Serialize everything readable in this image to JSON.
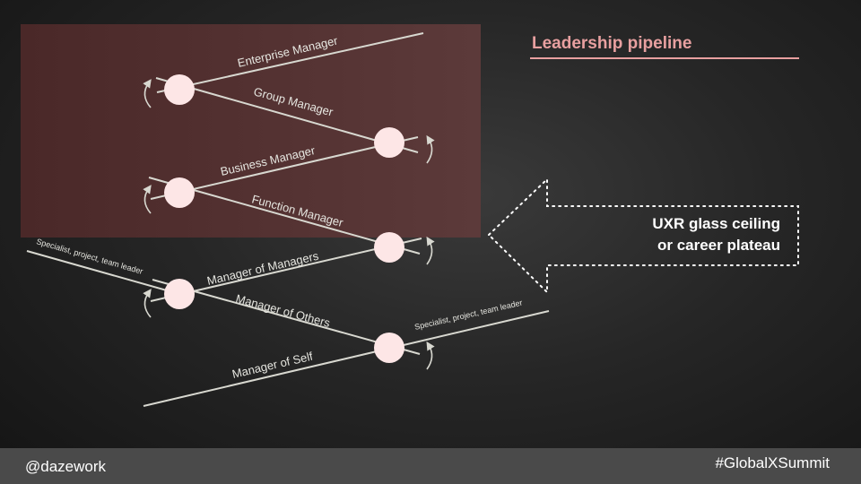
{
  "slide": {
    "title": "Leadership pipeline",
    "callout": {
      "line1": "UXR glass ceiling",
      "line2": "or career plateau"
    }
  },
  "pipeline": {
    "stages": [
      "Specialist, project, team leader",
      "Manager of Self",
      "Specialist, project, team leader",
      "Manager of Others",
      "Manager of Managers",
      "Function Manager",
      "Business Manager",
      "Group Manager",
      "Enterprise Manager"
    ]
  },
  "footer": {
    "handle": "@dazework",
    "hashtag": "#GlobalXSummit"
  },
  "colors": {
    "highlight_box": "#5a3535",
    "title_accent": "#e8a0a0",
    "node_fill": "#fde6e6",
    "line": "#d8d8d0"
  }
}
